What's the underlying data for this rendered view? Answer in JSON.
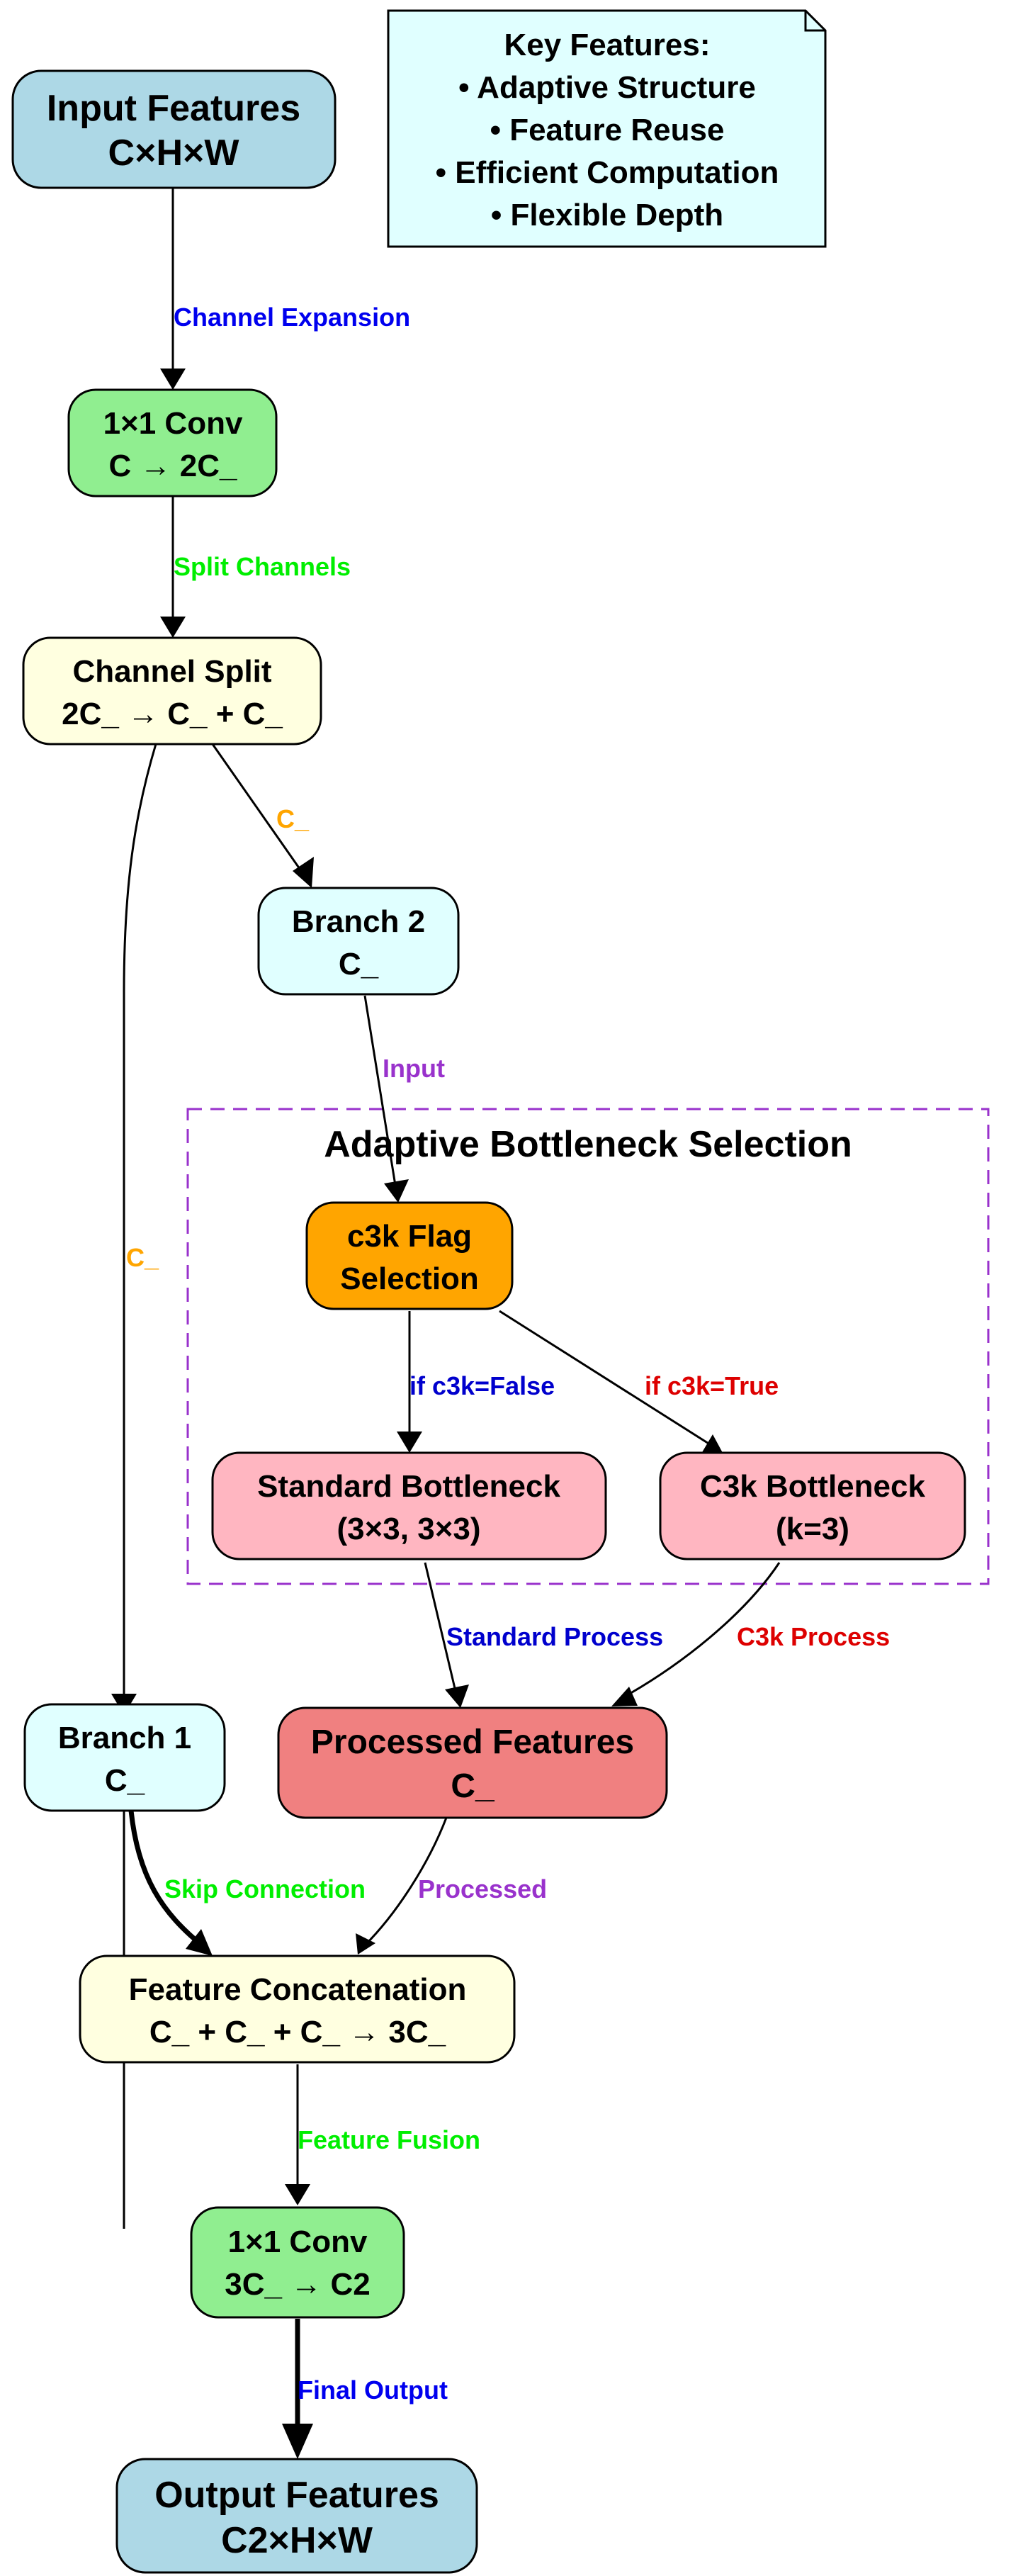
{
  "nodes": {
    "input": {
      "line1": "Input Features",
      "line2": "C×H×W",
      "fill": "#add8e6"
    },
    "conv1": {
      "line1": "1×1 Conv",
      "line2": "C → 2C_",
      "fill": "#90ee90"
    },
    "split": {
      "line1": "Channel Split",
      "line2": "2C_ → C_ + C_",
      "fill": "#ffffe0"
    },
    "branch2": {
      "line1": "Branch 2",
      "line2": "C_",
      "fill": "#e0ffff"
    },
    "c3kflag": {
      "line1": "c3k Flag",
      "line2": "Selection",
      "fill": "#ffa500"
    },
    "standard": {
      "line1": "Standard Bottleneck",
      "line2": "(3×3, 3×3)",
      "fill": "#ffb6c1"
    },
    "c3k": {
      "line1": "C3k Bottleneck",
      "line2": "(k=3)",
      "fill": "#ffb6c1"
    },
    "branch1": {
      "line1": "Branch 1",
      "line2": "C_",
      "fill": "#e0ffff"
    },
    "processed": {
      "line1": "Processed Features",
      "line2": "C_",
      "fill": "#f08080"
    },
    "concat": {
      "line1": "Feature Concatenation",
      "line2": "C_ + C_ + C_ → 3C_",
      "fill": "#ffffe0"
    },
    "conv2": {
      "line1": "1×1 Conv",
      "line2": "3C_ → C2",
      "fill": "#90ee90"
    },
    "output": {
      "line1": "Output Features",
      "line2": "C2×H×W",
      "fill": "#add8e6"
    }
  },
  "note": {
    "title": "Key Features:",
    "items": [
      "• Adaptive Structure",
      "• Feature Reuse",
      "• Efficient Computation",
      "• Flexible Depth"
    ],
    "fill": "#e0ffff"
  },
  "cluster": {
    "title": "Adaptive Bottleneck Selection",
    "border": "#9932cc"
  },
  "edge_labels": {
    "channel_expansion": {
      "text": "Channel Expansion",
      "color": "#0000ee"
    },
    "split_channels": {
      "text": "Split Channels",
      "color": "#00ee00"
    },
    "c_branch2": {
      "text": "C_",
      "color": "#ffa500"
    },
    "c_branch1": {
      "text": "C_",
      "color": "#ffa500"
    },
    "input": {
      "text": "Input",
      "color": "#9932cc"
    },
    "if_false": {
      "text": "if c3k=False",
      "color": "#0000cd"
    },
    "if_true": {
      "text": "if c3k=True",
      "color": "#dd0000"
    },
    "standard_process": {
      "text": "Standard Process",
      "color": "#0000cd"
    },
    "c3k_process": {
      "text": "C3k Process",
      "color": "#dd0000"
    },
    "skip_connection": {
      "text": "Skip Connection",
      "color": "#00ee00"
    },
    "processed": {
      "text": "Processed",
      "color": "#9932cc"
    },
    "feature_fusion": {
      "text": "Feature Fusion",
      "color": "#00ee00"
    },
    "final_output": {
      "text": "Final Output",
      "color": "#0000ee"
    }
  }
}
